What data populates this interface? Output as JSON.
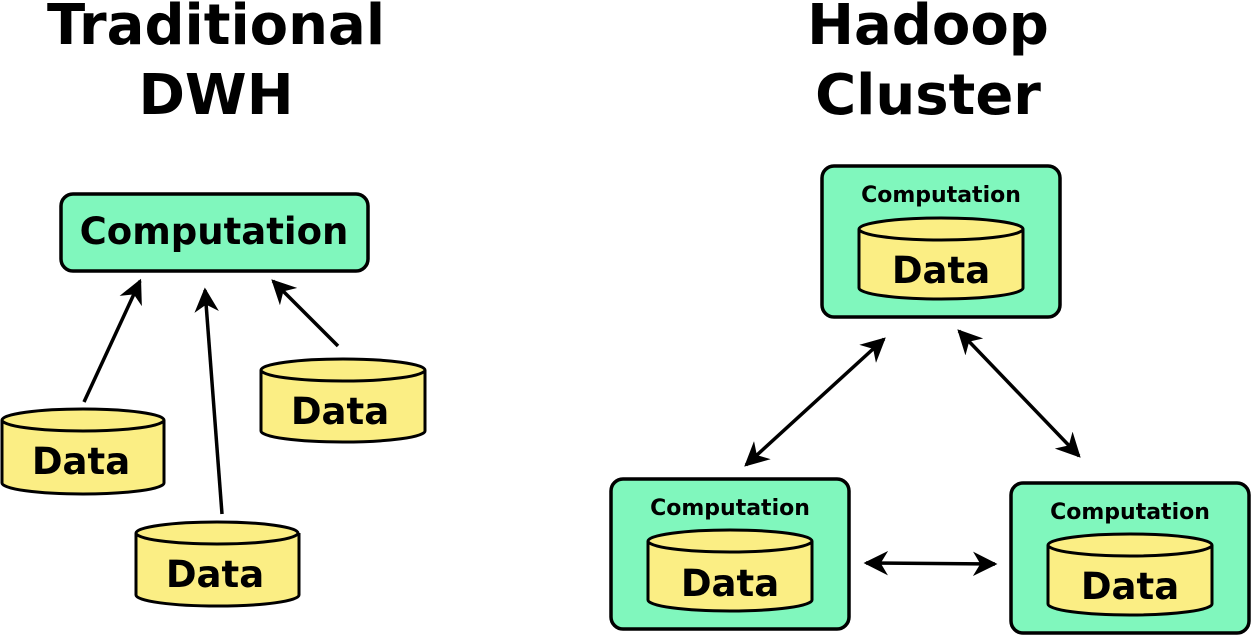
{
  "left": {
    "title_line1": "Traditional",
    "title_line2": "DWH",
    "computation_label": "Computation",
    "data_labels": [
      "Data",
      "Data",
      "Data"
    ]
  },
  "right": {
    "title_line1": "Hadoop",
    "title_line2": "Cluster",
    "nodes": [
      {
        "computation_label": "Computation",
        "data_label": "Data"
      },
      {
        "computation_label": "Computation",
        "data_label": "Data"
      },
      {
        "computation_label": "Computation",
        "data_label": "Data"
      }
    ]
  },
  "colors": {
    "computation_fill": "#80f7bd",
    "data_fill": "#fbee84",
    "stroke": "#000000"
  }
}
